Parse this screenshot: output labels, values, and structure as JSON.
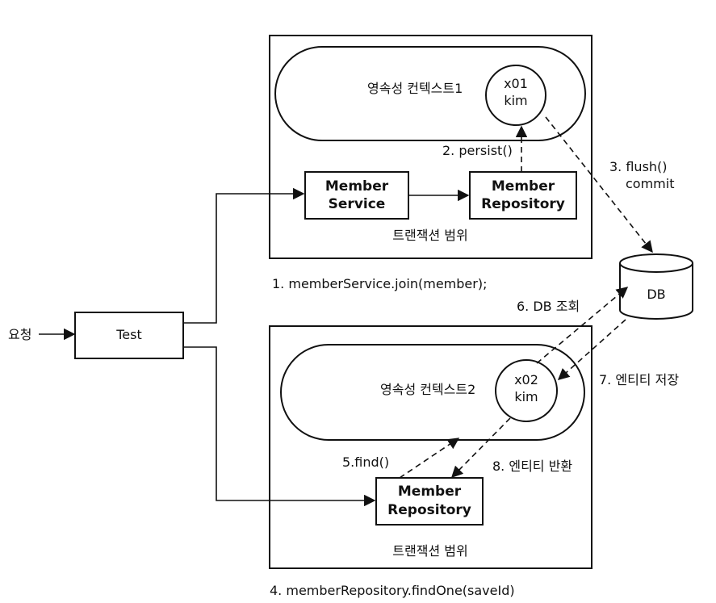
{
  "request_label": "요청",
  "test_label": "Test",
  "top": {
    "context_label": "영속성 컨텍스트1",
    "entity_id": "x01",
    "entity_name": "kim",
    "persist_label": "2. persist()",
    "service_line1": "Member",
    "service_line2": "Service",
    "repo_line1": "Member",
    "repo_line2": "Repository",
    "scope_label": "트랜잭션 범위",
    "caption": "1. memberService.join(member);"
  },
  "flush_label": "3. flush()",
  "commit_label": "commit",
  "db_label": "DB",
  "bottom": {
    "context_label": "영속성 컨텍스트2",
    "entity_id": "x02",
    "entity_name": "kim",
    "db_query_label": "6. DB 조회",
    "store_label": "7. 엔티티 저장",
    "find_label": "5.find()",
    "return_label": "8. 엔티티 반환",
    "repo_line1": "Member",
    "repo_line2": "Repository",
    "scope_label": "트랜잭션 범위",
    "caption": "4. memberRepository.findOne(saveId)"
  }
}
